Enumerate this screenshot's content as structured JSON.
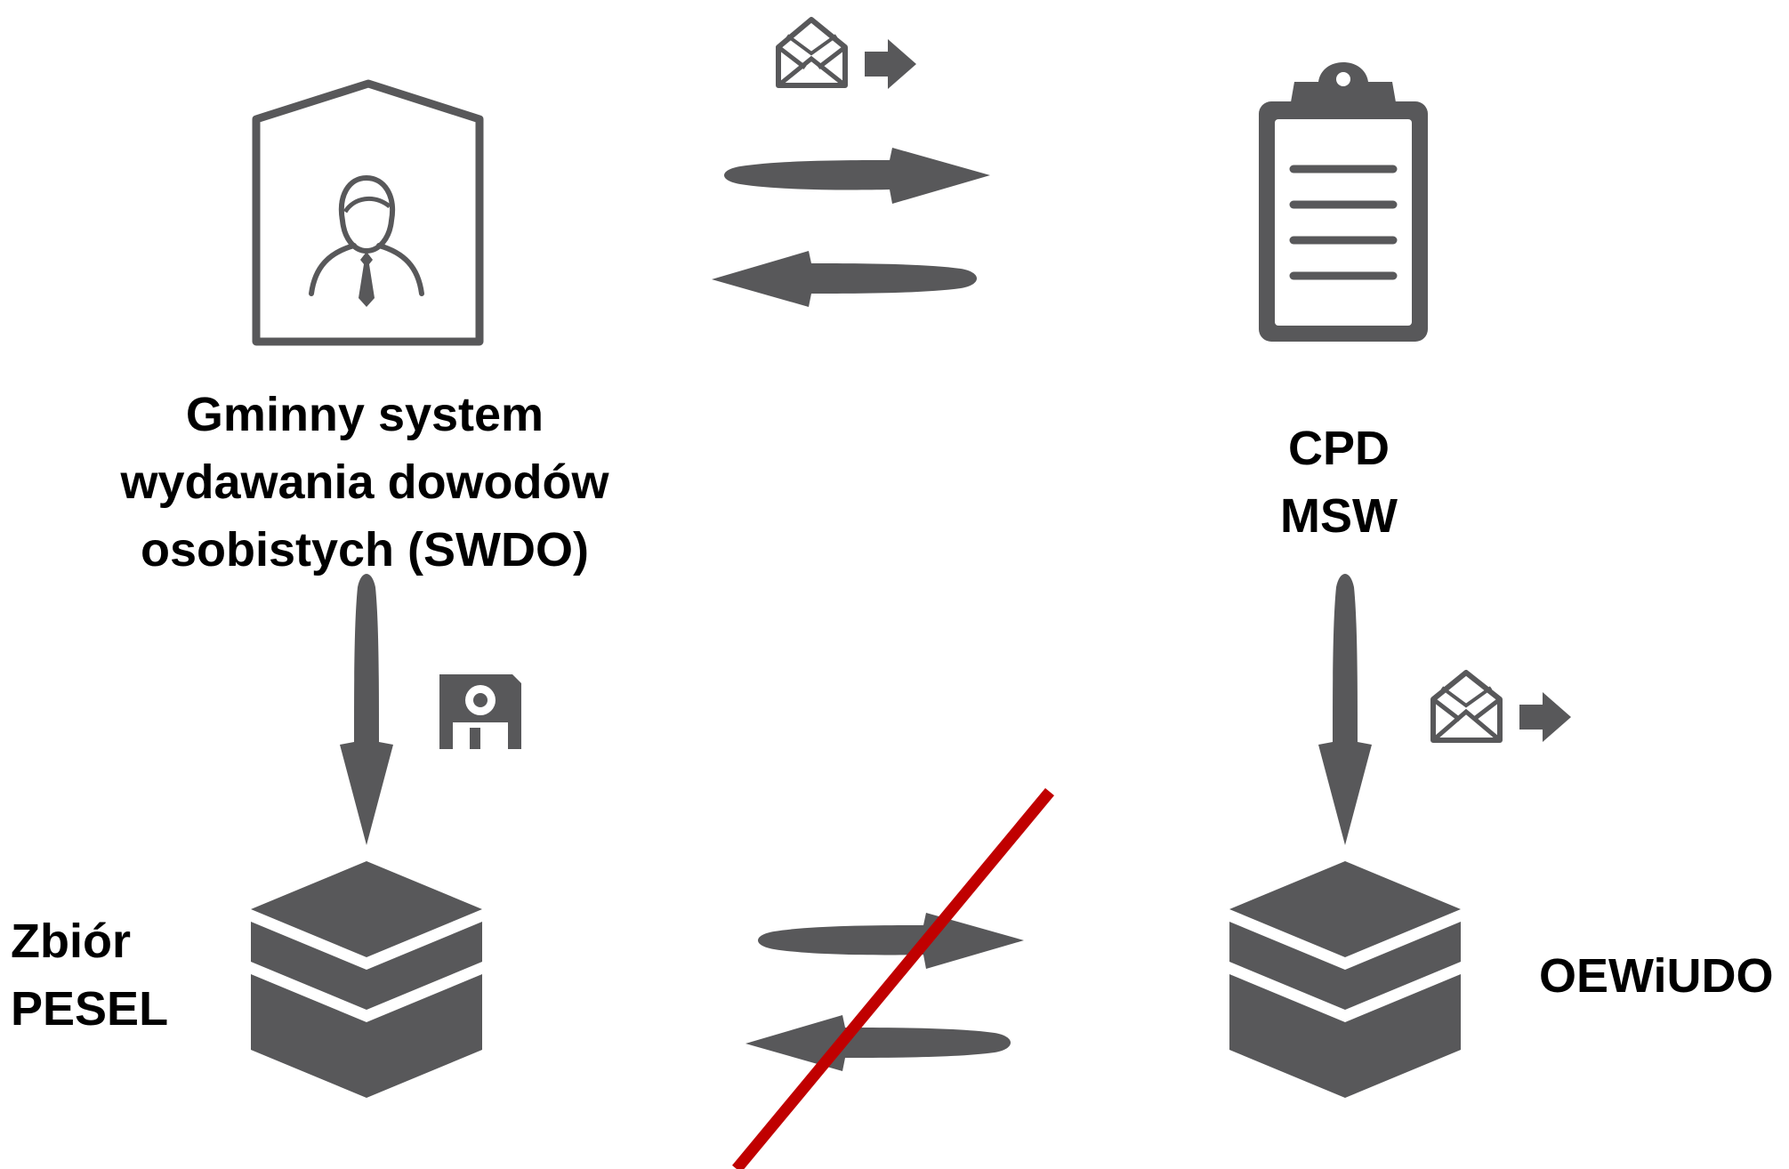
{
  "nodes": {
    "swdo": {
      "label_lines": [
        "Gminny system",
        "wydawania dowodów",
        "osobistych (SWDO)"
      ],
      "icon": "office-person-icon"
    },
    "cpd": {
      "label_lines": [
        "CPD",
        "MSW"
      ],
      "icon": "clipboard-icon"
    },
    "pesel": {
      "label_lines": [
        "Zbiór",
        "PESEL"
      ],
      "icon": "database-stack-icon"
    },
    "oewiudo": {
      "label_lines": [
        "OEWiUDO"
      ],
      "icon": "database-stack-icon"
    }
  },
  "connections": [
    {
      "from": "swdo",
      "to": "cpd",
      "type": "bidirectional",
      "icon": "send-mail-icon"
    },
    {
      "from": "swdo",
      "to": "pesel",
      "type": "one-way",
      "icon": "floppy-disk-save-icon"
    },
    {
      "from": "cpd",
      "to": "oewiudo",
      "type": "one-way",
      "icon": "send-mail-icon"
    },
    {
      "from": "pesel",
      "to": "oewiudo",
      "type": "bidirectional",
      "status": "disabled",
      "mark": "red-strikethrough"
    }
  ],
  "colors": {
    "icon": "#58585a",
    "strike": "#c00000",
    "text": "#000000",
    "background": "#ffffff"
  }
}
